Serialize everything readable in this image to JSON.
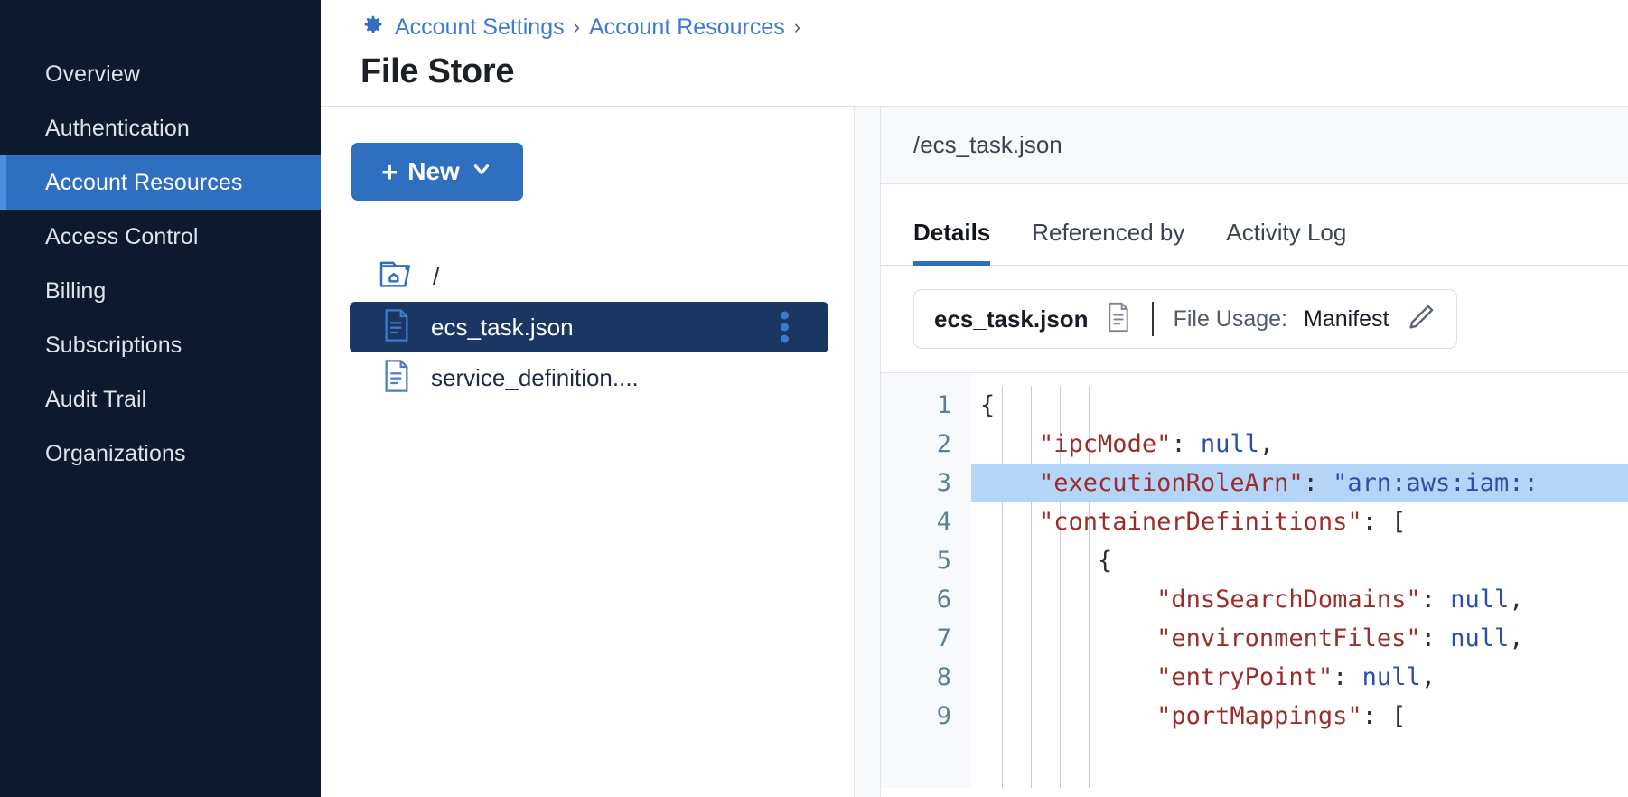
{
  "sidebar": {
    "items": [
      {
        "label": "Overview",
        "active": false
      },
      {
        "label": "Authentication",
        "active": false
      },
      {
        "label": "Account Resources",
        "active": true
      },
      {
        "label": "Access Control",
        "active": false
      },
      {
        "label": "Billing",
        "active": false
      },
      {
        "label": "Subscriptions",
        "active": false
      },
      {
        "label": "Audit Trail",
        "active": false
      },
      {
        "label": "Organizations",
        "active": false
      }
    ]
  },
  "header": {
    "breadcrumb": [
      {
        "label": "Account Settings"
      },
      {
        "label": "Account Resources"
      }
    ],
    "separator": "›",
    "trailing_separator": "›",
    "gear_icon": "gear-icon",
    "title": "File Store"
  },
  "tree_pane": {
    "new_button": {
      "plus": "+",
      "label": "New",
      "chevron": "chevron-down-icon"
    },
    "root": {
      "icon": "folder-home-icon",
      "label": "/"
    },
    "files": [
      {
        "name": "ecs_task.json",
        "icon": "file-icon",
        "selected": true,
        "menu": "kebab-menu-icon"
      },
      {
        "name": "service_definition....",
        "icon": "file-icon",
        "selected": false
      }
    ]
  },
  "details": {
    "path": "/ecs_task.json",
    "tabs": [
      {
        "label": "Details",
        "active": true
      },
      {
        "label": "Referenced by",
        "active": false
      },
      {
        "label": "Activity Log",
        "active": false
      }
    ],
    "usage_card": {
      "file_name": "ecs_task.json",
      "file_icon": "document-icon",
      "usage_label": "File Usage:",
      "usage_value": "Manifest",
      "edit_icon": "pencil-icon"
    },
    "code": {
      "language": "json",
      "highlighted_line": 3,
      "lines": [
        {
          "n": "1",
          "indent": 0,
          "text": "{"
        },
        {
          "n": "2",
          "indent": 1,
          "key": "\"ipcMode\"",
          "colon": ": ",
          "value": "null",
          "tail": ","
        },
        {
          "n": "3",
          "indent": 1,
          "key": "\"executionRoleArn\"",
          "colon": ": ",
          "value": "\"arn:aws:iam::",
          "tail": ""
        },
        {
          "n": "4",
          "indent": 1,
          "key": "\"containerDefinitions\"",
          "colon": ": ",
          "value": "",
          "tail": "["
        },
        {
          "n": "5",
          "indent": 2,
          "text": "{"
        },
        {
          "n": "6",
          "indent": 3,
          "key": "\"dnsSearchDomains\"",
          "colon": ": ",
          "value": "null",
          "tail": ","
        },
        {
          "n": "7",
          "indent": 3,
          "key": "\"environmentFiles\"",
          "colon": ": ",
          "value": "null",
          "tail": ","
        },
        {
          "n": "8",
          "indent": 3,
          "key": "\"entryPoint\"",
          "colon": ": ",
          "value": "null",
          "tail": ","
        },
        {
          "n": "9",
          "indent": 3,
          "key": "\"portMappings\"",
          "colon": ": ",
          "value": "",
          "tail": "["
        }
      ]
    }
  },
  "colors": {
    "sidebar_bg": "#0d1a2d",
    "accent": "#2f6fc0",
    "selected_row": "#1a3663",
    "code_highlight": "#b4d5f7",
    "json_key": "#9c2d2d",
    "json_value": "#2b4fa8"
  }
}
